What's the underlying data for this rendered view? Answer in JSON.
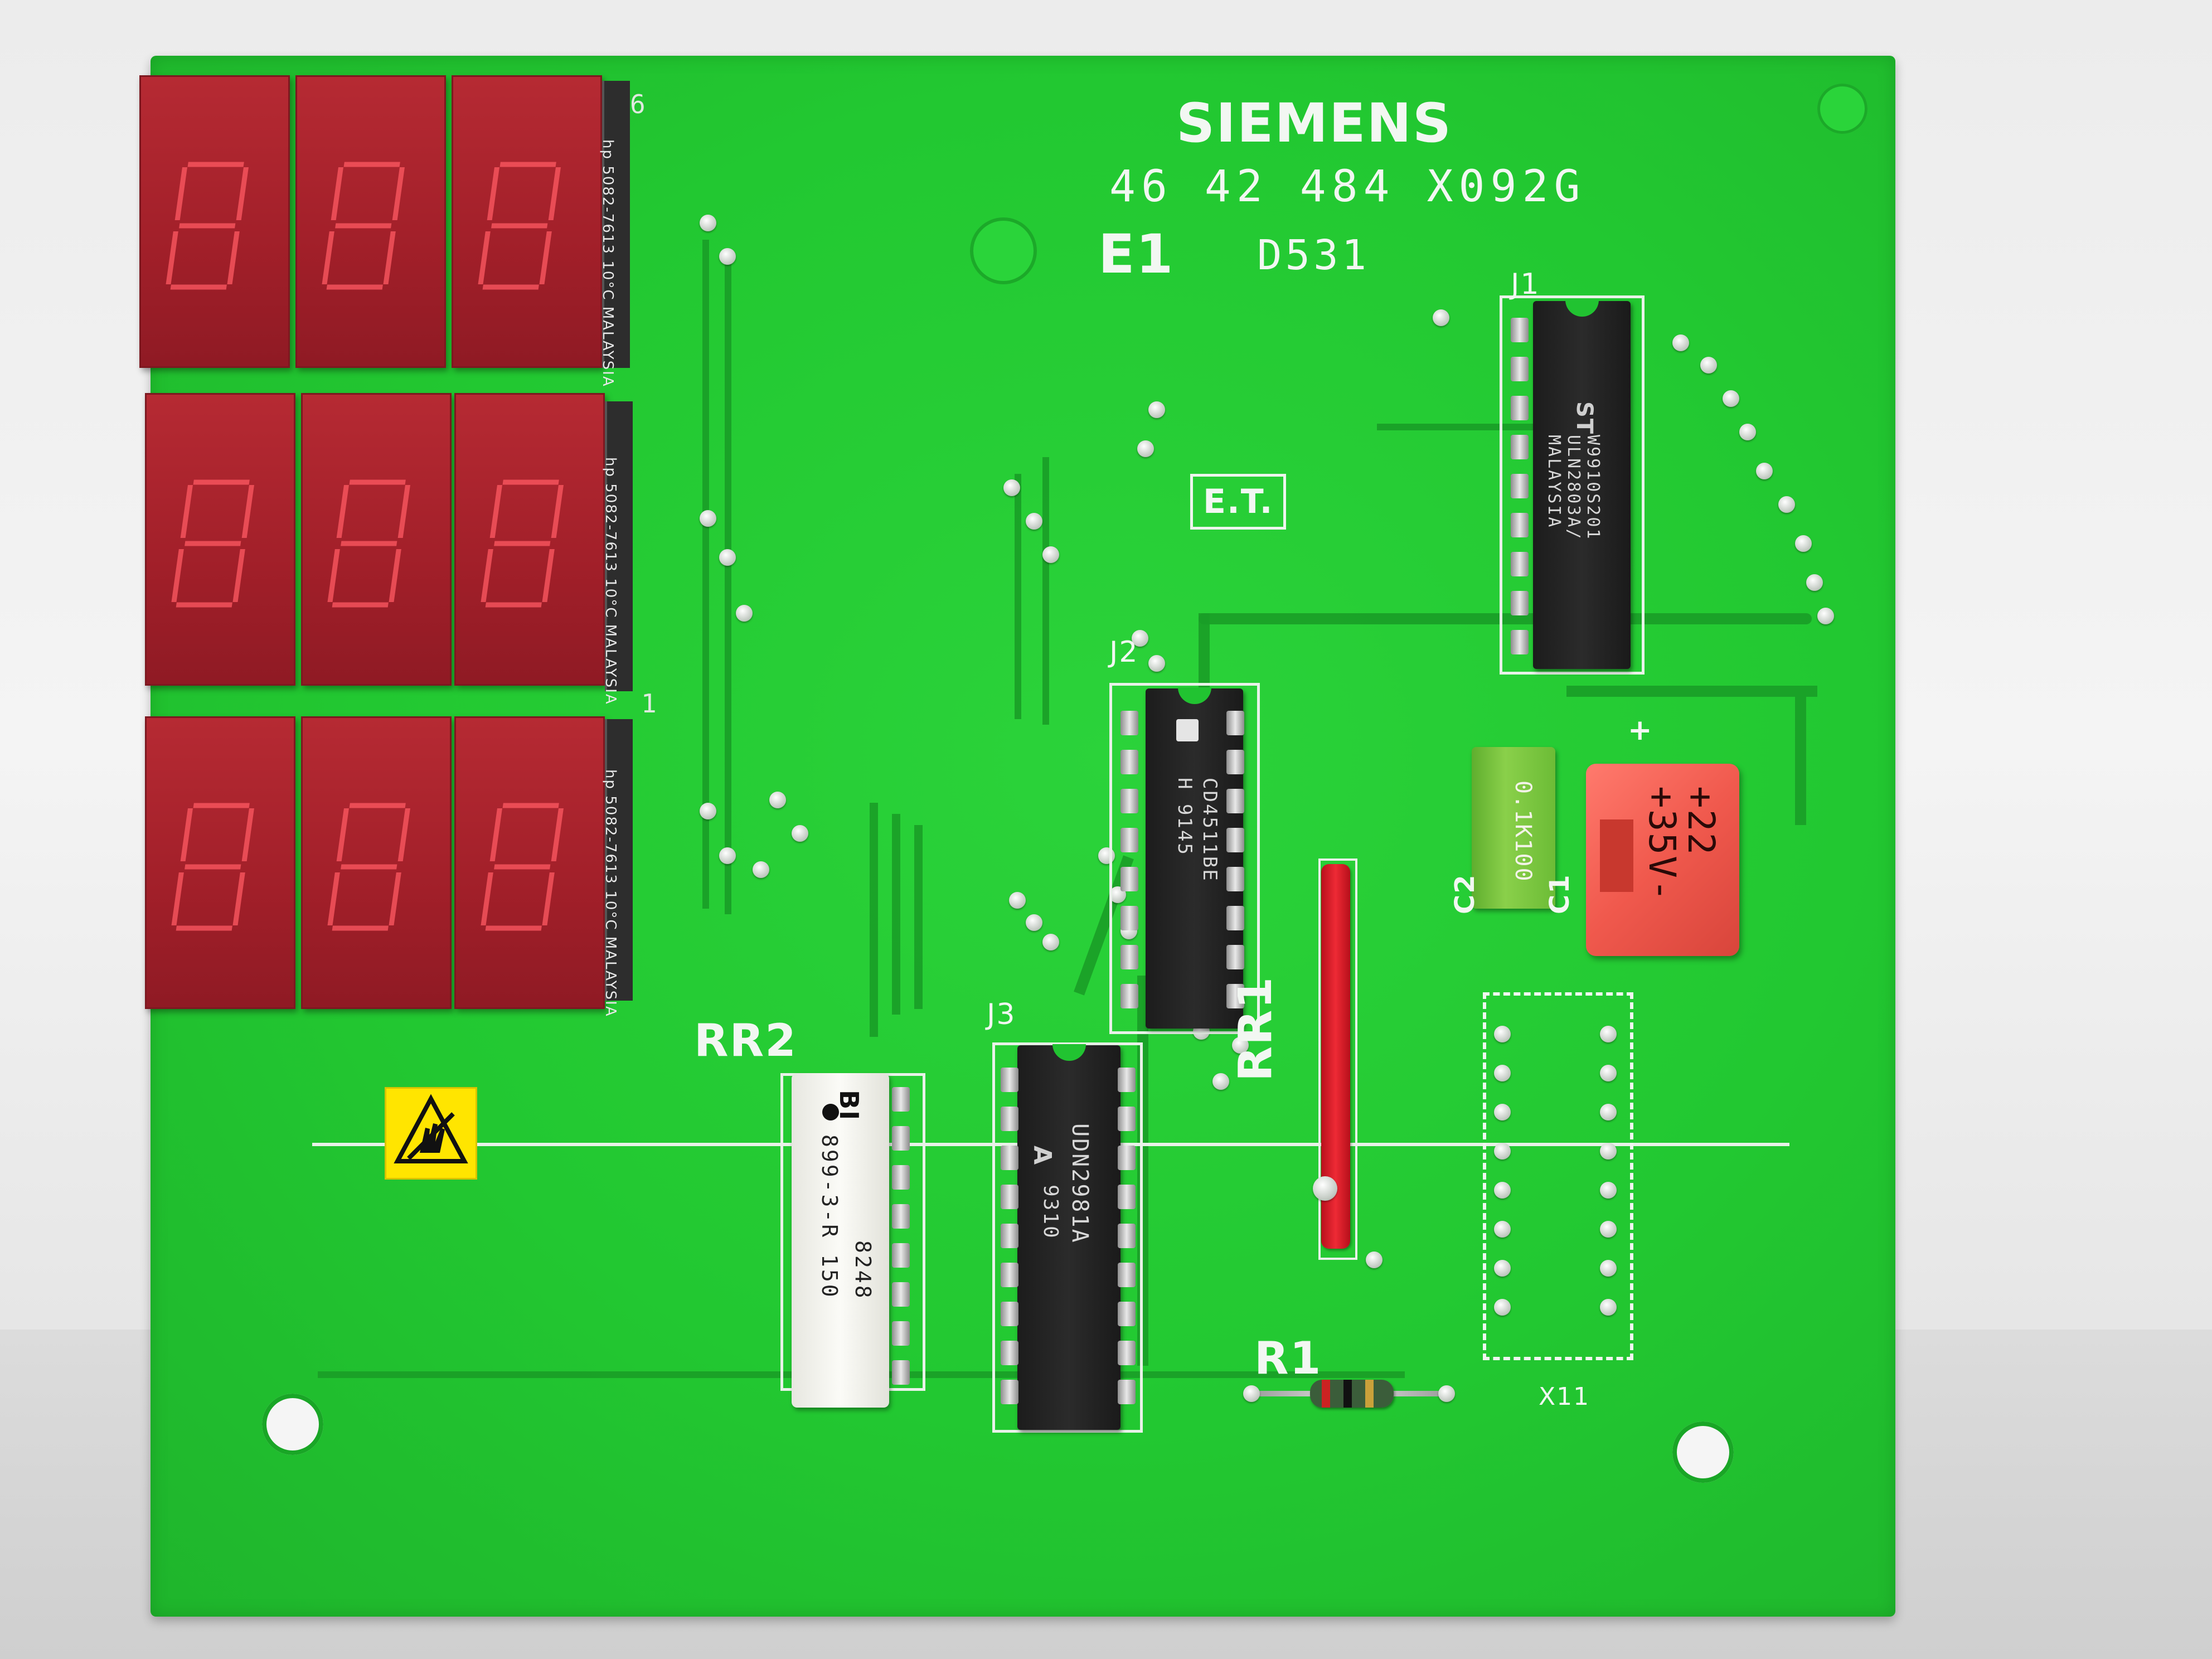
{
  "board": {
    "brand": "SIEMENS",
    "part_number": "46 42 484 X092G",
    "board_id": "E1",
    "model": "D531",
    "stamp": "E.T.",
    "colors": {
      "pcb": "#22c831",
      "silkscreen": "#f2f7f2",
      "led_segment": "#ff5a63",
      "ic_body": "#1f1f1f"
    }
  },
  "display": {
    "rows": 3,
    "digits_per_row": 3,
    "side_labels": [
      "hp 5082-7613 10°C MALAYSIA",
      "hp 5082-7613 10°C MALAYSIA",
      "hp 5082-7613 10°C MALAYSIA"
    ],
    "connector_marks": [
      "6",
      "1"
    ]
  },
  "components": {
    "j1": {
      "ref": "J1",
      "chip_lines": [
        "W9910S201",
        "ULN2803A/",
        "MALAYSIA"
      ]
    },
    "j2": {
      "ref": "J2",
      "chip_lines": [
        "CD4511BE",
        "H 9145"
      ]
    },
    "j3": {
      "ref": "J3",
      "chip_lines": [
        "UDN2981A",
        "9310"
      ]
    },
    "rr2": {
      "ref": "RR2",
      "chip_lines": [
        "BI",
        "899-3-R 150",
        "8248"
      ]
    },
    "rr1": {
      "ref": "RR1"
    },
    "r1": {
      "ref": "R1"
    },
    "c1": {
      "ref": "C1",
      "lines": [
        "+22",
        "+35V-"
      ],
      "polarity": "+"
    },
    "c2": {
      "ref": "C2",
      "value": "0.1K100"
    },
    "x11": {
      "ref": "X11"
    }
  },
  "icons": {
    "esd_warning": "esd-hand-warning-icon",
    "manufacturer_logo": "st-logo-icon"
  }
}
